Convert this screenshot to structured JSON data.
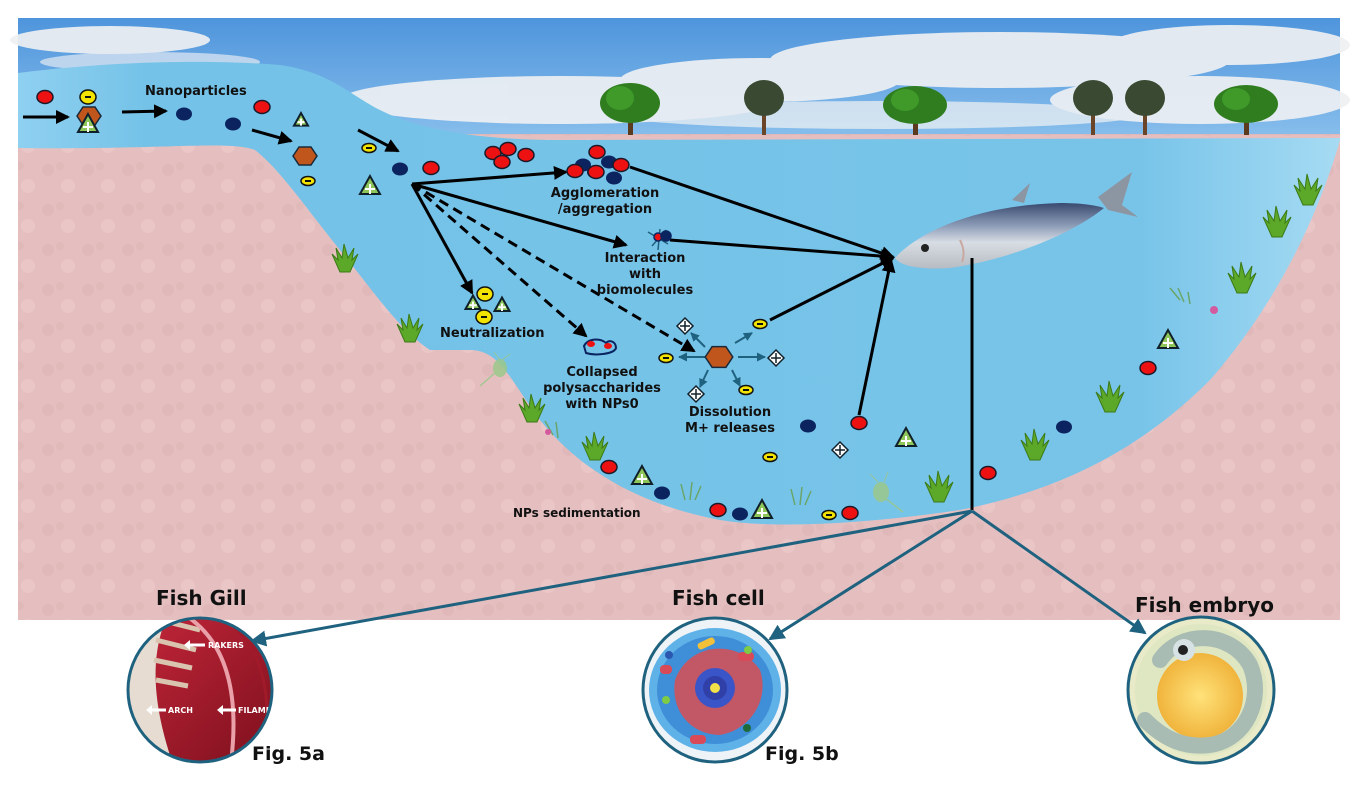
{
  "title": "Fate and effects of nanoparticles in aquatic environment",
  "colors": {
    "sky": "#5aa0e0",
    "water": "#76c3e8",
    "sediment": "#e6c0c0",
    "np_red": "#ee1111",
    "np_navy": "#0b2460",
    "np_hexagon": "#c0561c",
    "np_triangle": "#8fc65a",
    "ion_yellow": "#f2e300",
    "arrow_black": "#000000",
    "arrow_teal": "#1f627f"
  },
  "labels": {
    "nanoparticles": "Nanoparticles",
    "agglomeration": "Agglomeration\n/aggregation",
    "interaction": "Interaction\nwith\nbiomolecules",
    "neutralization": "Neutralization",
    "collapsed": "Collapsed\npolysaccharides\nwith NPs0",
    "dissolution": "Dissolution\nM+ releases",
    "sedimentation": "NPs sedimentation"
  },
  "targets": [
    {
      "name": "Fish Gill",
      "figure": "Fig. 5a",
      "annotations": [
        "RAKERS",
        "ARCH",
        "FILAMENT"
      ]
    },
    {
      "name": "Fish cell",
      "figure": "Fig. 5b",
      "annotations": []
    },
    {
      "name": "Fish embryo",
      "figure": "",
      "annotations": []
    }
  ],
  "legend_symbols": {
    "red-particle": "red oval nanoparticle",
    "navy-particle": "navy oval nanoparticle",
    "hexagon-particle": "orange hexagon nanoparticle",
    "positive-triangle": "green triangle with plus",
    "negative-ion": "yellow oval with minus",
    "cation": "white diamond with plus"
  }
}
